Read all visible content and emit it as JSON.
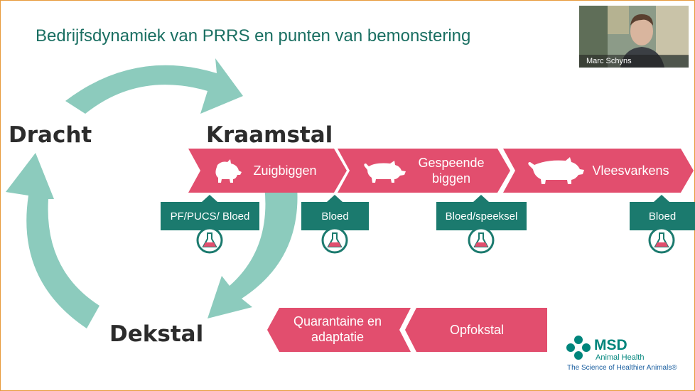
{
  "slide": {
    "title": "Bedrijfsdynamiek van PRRS en punten van bemonstering"
  },
  "cycle": {
    "stages": [
      "Dracht",
      "Kraamstal",
      "Dekstal"
    ],
    "arrow_color": "#8ccbbd"
  },
  "flow_top": {
    "color": "#e24e6e",
    "steps": [
      {
        "label": "Zuigbiggen",
        "icon": "piglet-icon"
      },
      {
        "label": "Gespeende biggen",
        "icon": "pig-icon"
      },
      {
        "label": "Vleesvarkens",
        "icon": "pig-large-icon"
      }
    ]
  },
  "flow_bottom": {
    "color": "#e24e6e",
    "steps": [
      {
        "label": "Quarantaine en adaptatie"
      },
      {
        "label": "Opfokstal"
      }
    ]
  },
  "sampling": {
    "color": "#1b7a6e",
    "points": [
      {
        "label": "PF/PUCS/ Bloed",
        "icon": "flask-icon"
      },
      {
        "label": "Bloed",
        "icon": "flask-icon"
      },
      {
        "label": "Bloed/speeksel",
        "icon": "flask-icon"
      },
      {
        "label": "Bloed",
        "icon": "flask-icon"
      }
    ]
  },
  "webcam": {
    "name": "Marc Schyns"
  },
  "brand": {
    "name": "MSD",
    "subtitle": "Animal Health",
    "tagline": "The Science of Healthier Animals®",
    "color": "#00857c"
  }
}
